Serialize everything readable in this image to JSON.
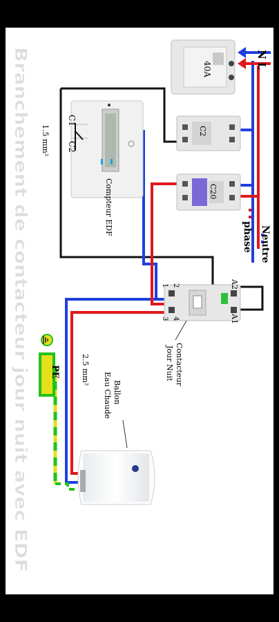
{
  "title": "Branchement de contacteur jour nuit avec EDF",
  "labels": {
    "N": "N",
    "L": "L",
    "breaker_main": "40A",
    "breaker_c2": "C2",
    "breaker_c20": "C20",
    "neutre": "Neutre",
    "phase": "phase",
    "c1": "C1",
    "c2": "C2",
    "section_small": "1.5 mm²",
    "compteur": "Compteur EDF",
    "a2": "A2",
    "a1": "A1",
    "t1": "1",
    "t2": "2",
    "t3": "3",
    "t4": "4",
    "contacteur_line1": "Contacteur",
    "contacteur_line2": "Jour Nuit",
    "pe": "PE",
    "section_big": "2.5 mm²",
    "ballon_line1": "Ballon",
    "ballon_line2": "Eau Chaude"
  },
  "colors": {
    "neutral": "#1f3fe0",
    "phase": "#e0181b",
    "earth_green": "#22c21a",
    "earth_yellow": "#e6e01a",
    "control": "#111111"
  }
}
